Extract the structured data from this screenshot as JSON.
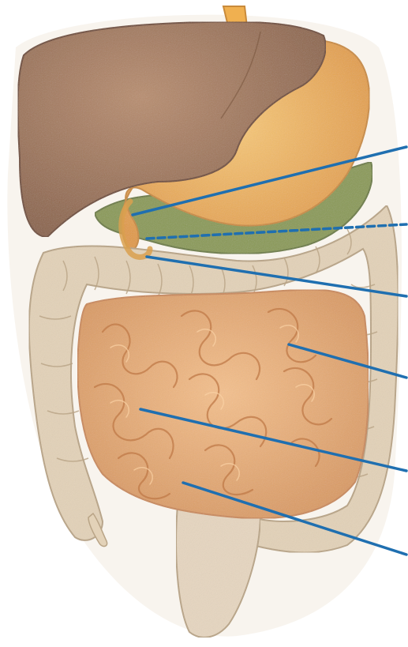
{
  "figure": {
    "kind": "anatomical illustration",
    "subject": "digestive-organs",
    "label_lines": 6,
    "colors": {
      "background": "#ffffff",
      "liver": "#a57a5c",
      "liver_shadow": "#8a6248",
      "stomach": "#f0b05a",
      "stomach_light": "#f7c978",
      "pancreas": "#8a9a55",
      "large_intestine": "#e3d2b8",
      "large_intestine_shadow": "#b9a486",
      "small_intestine": "#f0b47c",
      "small_intestine_shadow": "#c98858",
      "rectum": "#e6d6c0",
      "pointer_line": "#1f6fb0"
    }
  }
}
